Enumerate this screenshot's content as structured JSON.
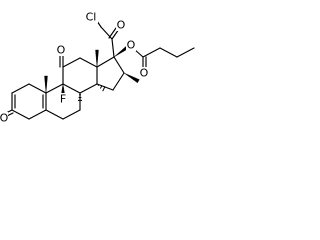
{
  "molecule": {
    "labels": {
      "chlorine": "Cl",
      "c11_oxygen": "O",
      "c20_oxygen": "O",
      "ester_oxygen": "O",
      "carbonyl_oxygen": "O",
      "fluorine": "F",
      "c3_oxygen": "O"
    },
    "colors": {
      "ink": "#000000",
      "background": "#ffffff"
    }
  }
}
